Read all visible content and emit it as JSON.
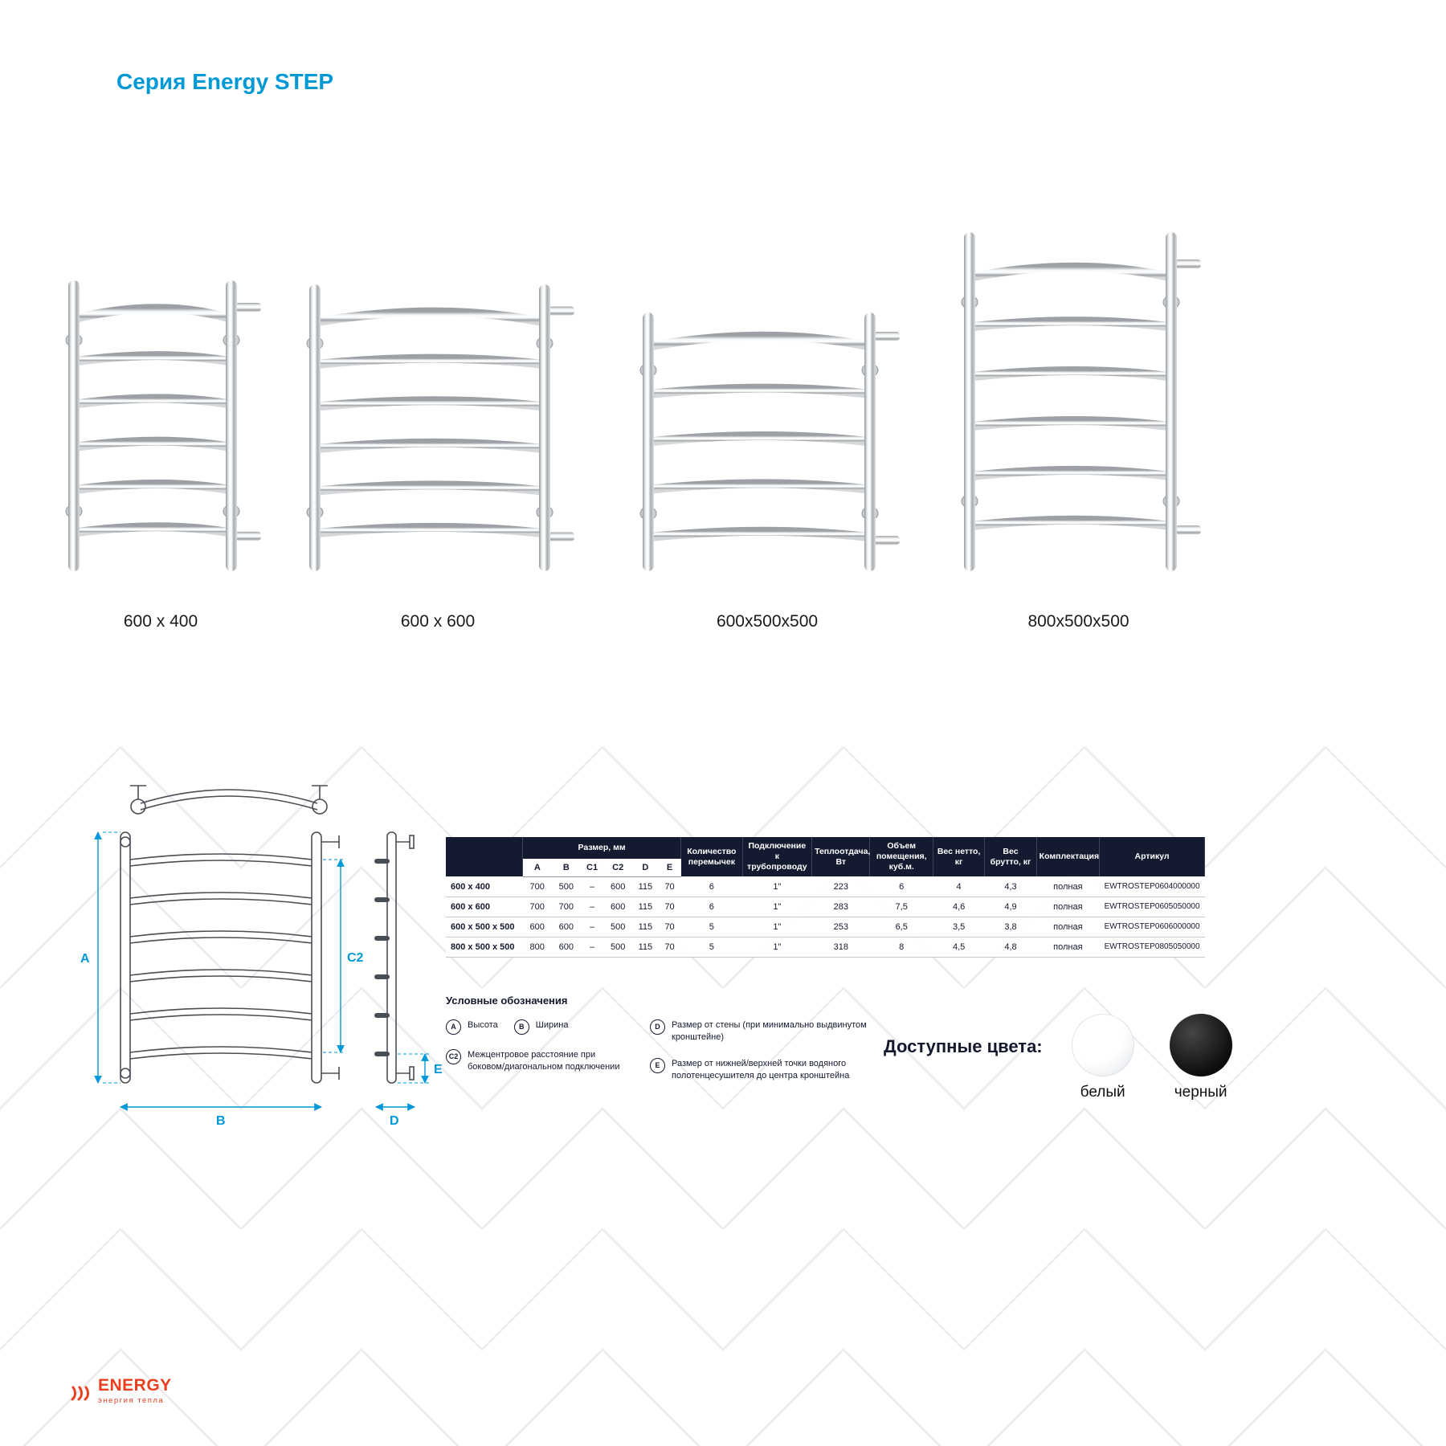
{
  "page": {
    "title": "Серия Energy STEP"
  },
  "accent": {
    "blue": "#0099d6",
    "navy": "#141a30",
    "red": "#e8401f"
  },
  "products": [
    {
      "label": "600 x 400",
      "rungs": 6
    },
    {
      "label": "600 x 600",
      "rungs": 6
    },
    {
      "label": "600x500x500",
      "rungs": 5
    },
    {
      "label": "800x500x500",
      "rungs": 6
    }
  ],
  "diagram": {
    "labels": [
      "A",
      "B",
      "C2",
      "D",
      "E"
    ]
  },
  "table": {
    "size_header": "Размер, мм",
    "size_columns": [
      "A",
      "B",
      "C1",
      "C2",
      "D",
      "E"
    ],
    "columns": [
      "Количество перемычек",
      "Подключение к трубопроводу",
      "Теплоотдача, Вт",
      "Объем помещения, куб.м.",
      "Вес нетто, кг",
      "Вес брутто, кг",
      "Комплектация",
      "Артикул"
    ],
    "rows": [
      {
        "name": "600 x 400",
        "size": [
          "700",
          "500",
          "–",
          "600",
          "115",
          "70"
        ],
        "values": [
          "6",
          "1\"",
          "223",
          "6",
          "4",
          "4,3",
          "полная",
          "EWTROSTEP0604000000"
        ]
      },
      {
        "name": "600 x 600",
        "size": [
          "700",
          "700",
          "–",
          "600",
          "115",
          "70"
        ],
        "values": [
          "6",
          "1\"",
          "283",
          "7,5",
          "4,6",
          "4,9",
          "полная",
          "EWTROSTEP0605050000"
        ]
      },
      {
        "name": "600 x 500 x 500",
        "size": [
          "600",
          "600",
          "–",
          "500",
          "115",
          "70"
        ],
        "values": [
          "5",
          "1\"",
          "253",
          "6,5",
          "3,5",
          "3,8",
          "полная",
          "EWTROSTEP0606000000"
        ]
      },
      {
        "name": "800 x 500 x 500",
        "size": [
          "800",
          "600",
          "–",
          "500",
          "115",
          "70"
        ],
        "values": [
          "5",
          "1\"",
          "318",
          "8",
          "4,5",
          "4,8",
          "полная",
          "EWTROSTEP0805050000"
        ]
      }
    ]
  },
  "legend": {
    "title": "Условные обозначения",
    "items": [
      {
        "letter": "A",
        "text": "Высота"
      },
      {
        "letter": "B",
        "text": "Ширина"
      },
      {
        "letter": "C2",
        "text": "Межцентровое расстояние при боковом/диагональном подключении"
      },
      {
        "letter": "D",
        "text": "Размер от стены (при минимально выдвинутом кронштейне)"
      },
      {
        "letter": "E",
        "text": "Размер от нижней/верхней точки водяного полотенцесушителя до центра кронштейна"
      }
    ]
  },
  "colors_section": {
    "title": "Доступные цвета:",
    "options": [
      {
        "label": "белый",
        "hex": "#f4f6f8"
      },
      {
        "label": "черный",
        "hex": "#111111"
      }
    ]
  },
  "brand": {
    "name": "ENERGY",
    "tagline": "энергия тепла"
  }
}
